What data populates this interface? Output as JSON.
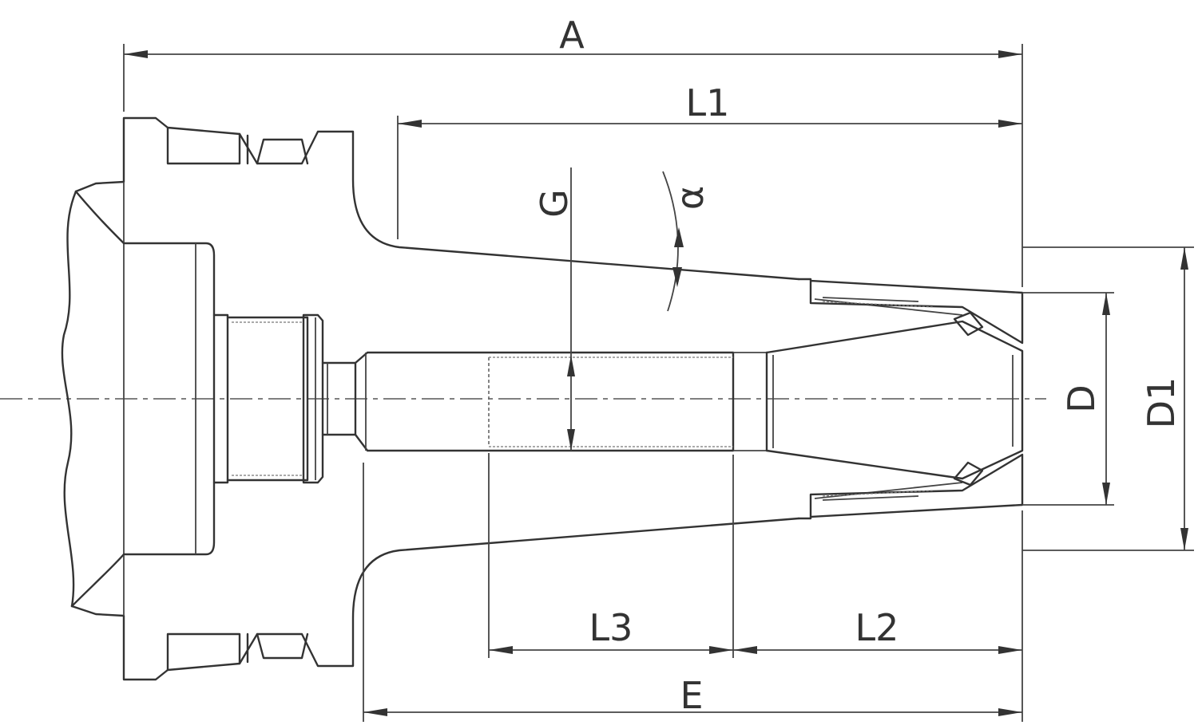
{
  "labels": {
    "A": "A",
    "L1": "L1",
    "G": "G",
    "alpha": "α",
    "D": "D",
    "D1": "D1",
    "L3": "L3",
    "L2": "L2",
    "E": "E"
  }
}
